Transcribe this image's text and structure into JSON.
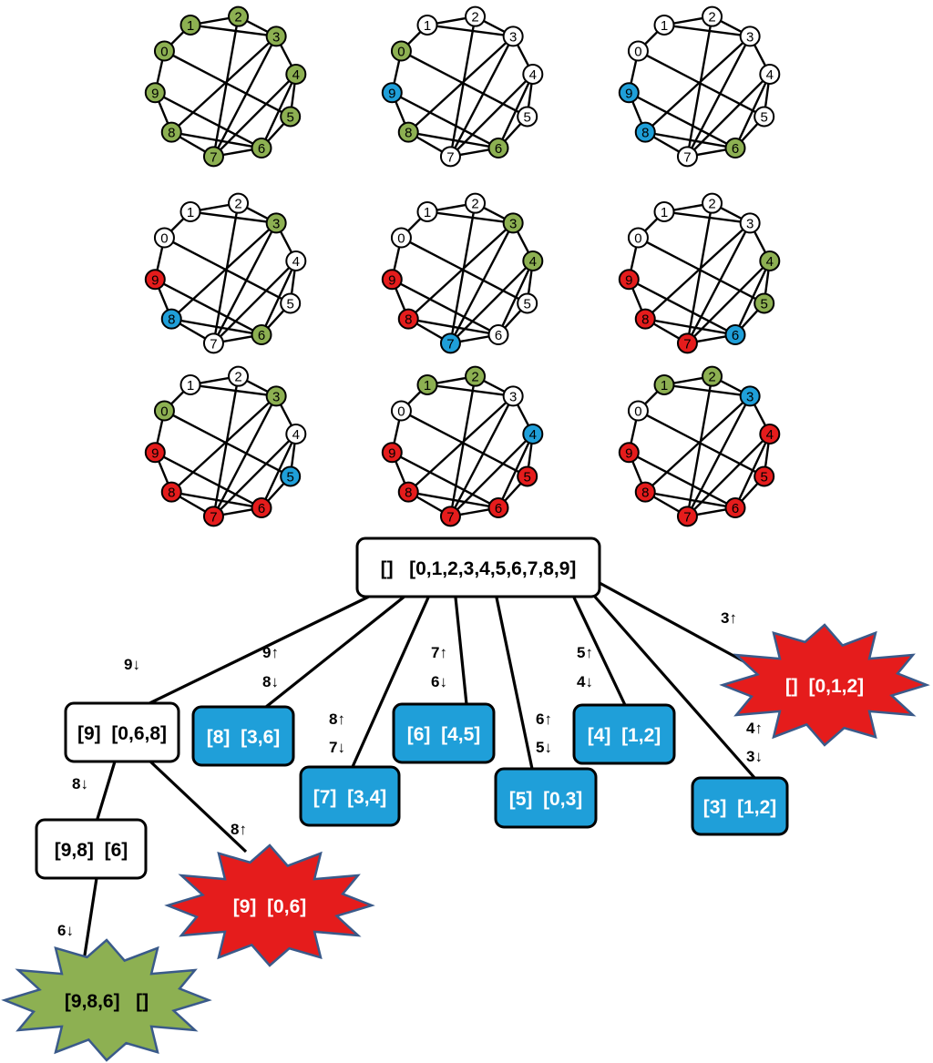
{
  "colors": {
    "white": "#ffffff",
    "green": "#8db052",
    "blue": "#1f9fd9",
    "red": "#e51c1c",
    "outline": "#000000",
    "starOutline": "#3a5a8a"
  },
  "graph": {
    "nodes": [
      "0",
      "1",
      "2",
      "3",
      "4",
      "5",
      "6",
      "7",
      "8",
      "9"
    ],
    "edges": [
      [
        0,
        1
      ],
      [
        1,
        2
      ],
      [
        2,
        3
      ],
      [
        3,
        4
      ],
      [
        4,
        5
      ],
      [
        5,
        6
      ],
      [
        6,
        7
      ],
      [
        7,
        8
      ],
      [
        8,
        9
      ],
      [
        9,
        0
      ],
      [
        0,
        5
      ],
      [
        1,
        3
      ],
      [
        2,
        7
      ],
      [
        3,
        8
      ],
      [
        3,
        7
      ],
      [
        4,
        7
      ],
      [
        4,
        6
      ],
      [
        9,
        6
      ],
      [
        8,
        6
      ]
    ]
  },
  "graph_states": [
    [
      "green",
      "green",
      "green",
      "green",
      "green",
      "green",
      "green",
      "green",
      "green",
      "green"
    ],
    [
      "green",
      "white",
      "white",
      "white",
      "white",
      "white",
      "green",
      "white",
      "green",
      "blue"
    ],
    [
      "white",
      "white",
      "white",
      "white",
      "white",
      "white",
      "green",
      "white",
      "blue",
      "blue"
    ],
    [
      "white",
      "white",
      "white",
      "green",
      "white",
      "white",
      "green",
      "white",
      "blue",
      "red"
    ],
    [
      "white",
      "white",
      "white",
      "green",
      "green",
      "white",
      "white",
      "blue",
      "red",
      "red"
    ],
    [
      "white",
      "white",
      "white",
      "white",
      "green",
      "green",
      "blue",
      "red",
      "red",
      "red"
    ],
    [
      "green",
      "white",
      "white",
      "green",
      "white",
      "blue",
      "red",
      "red",
      "red",
      "red"
    ],
    [
      "white",
      "green",
      "green",
      "white",
      "blue",
      "red",
      "red",
      "red",
      "red",
      "red"
    ],
    [
      "white",
      "green",
      "green",
      "blue",
      "red",
      "red",
      "red",
      "red",
      "red",
      "red"
    ]
  ],
  "tree": {
    "nodes": [
      {
        "id": "root",
        "shape": "box",
        "color": "white",
        "label": "[]   [0,1,2,3,4,5,6,7,8,9]"
      },
      {
        "id": "n9",
        "shape": "box",
        "color": "white",
        "label": "[9]  [0,6,8]"
      },
      {
        "id": "n8",
        "shape": "box",
        "color": "blue",
        "label": "[8]  [3,6]"
      },
      {
        "id": "n7",
        "shape": "box",
        "color": "blue",
        "label": "[7]  [3,4]"
      },
      {
        "id": "n6",
        "shape": "box",
        "color": "blue",
        "label": "[6]  [4,5]"
      },
      {
        "id": "n5",
        "shape": "box",
        "color": "blue",
        "label": "[5]  [0,3]"
      },
      {
        "id": "n4",
        "shape": "box",
        "color": "blue",
        "label": "[4]  [1,2]"
      },
      {
        "id": "n3",
        "shape": "box",
        "color": "blue",
        "label": "[3]  [1,2]"
      },
      {
        "id": "fail1",
        "shape": "star",
        "color": "red",
        "label": "[]  [0,1,2]"
      },
      {
        "id": "n98",
        "shape": "box",
        "color": "white",
        "label": "[9,8]  [6]"
      },
      {
        "id": "fail2",
        "shape": "star",
        "color": "red",
        "label": "[9]  [0,6]"
      },
      {
        "id": "success",
        "shape": "star",
        "color": "green",
        "label": "[9,8,6]   []"
      }
    ],
    "edges": [
      {
        "from": "root",
        "to": "n9",
        "labels": [
          "9↓"
        ]
      },
      {
        "from": "root",
        "to": "n8",
        "labels": [
          "9↑",
          "8↓"
        ]
      },
      {
        "from": "root",
        "to": "n7",
        "labels": [
          "8↑",
          "7↓"
        ]
      },
      {
        "from": "root",
        "to": "n6",
        "labels": [
          "7↑",
          "6↓"
        ]
      },
      {
        "from": "root",
        "to": "n5",
        "labels": [
          "6↑",
          "5↓"
        ]
      },
      {
        "from": "root",
        "to": "n4",
        "labels": [
          "5↑",
          "4↓"
        ]
      },
      {
        "from": "root",
        "to": "n3",
        "labels": [
          "4↑",
          "3↓"
        ]
      },
      {
        "from": "root",
        "to": "fail1",
        "labels": [
          "3↑"
        ]
      },
      {
        "from": "n9",
        "to": "n98",
        "labels": [
          "8↓"
        ]
      },
      {
        "from": "n9",
        "to": "fail2",
        "labels": [
          "8↑"
        ]
      },
      {
        "from": "n98",
        "to": "success",
        "labels": [
          "6↓"
        ]
      }
    ]
  }
}
